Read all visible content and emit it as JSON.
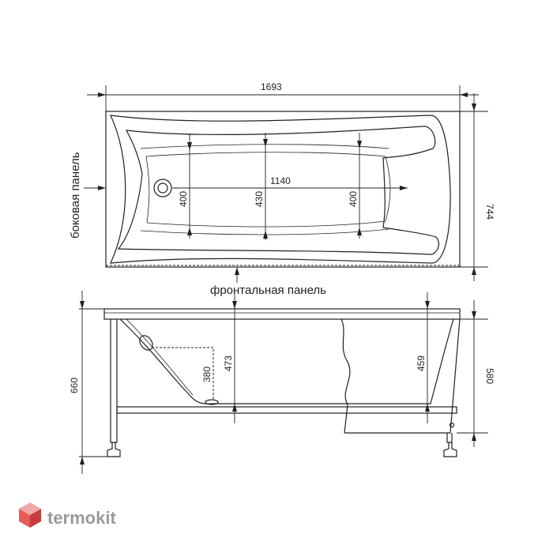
{
  "top_view": {
    "length": "1693",
    "width": "744",
    "inner_length": "1140",
    "depth_left": "400",
    "depth_center": "430",
    "depth_right": "400",
    "side_panel_label": "боковая панель",
    "front_panel_label": "фронтальная панель"
  },
  "front_view": {
    "total_height": "660",
    "panel_height": "580",
    "depth_473": "473",
    "depth_459": "459",
    "drain_height": "380"
  },
  "brand": {
    "name": "termokit",
    "colors": {
      "top": "#f2a7a7",
      "left": "#e85b5b",
      "right": "#c93c3c"
    }
  }
}
